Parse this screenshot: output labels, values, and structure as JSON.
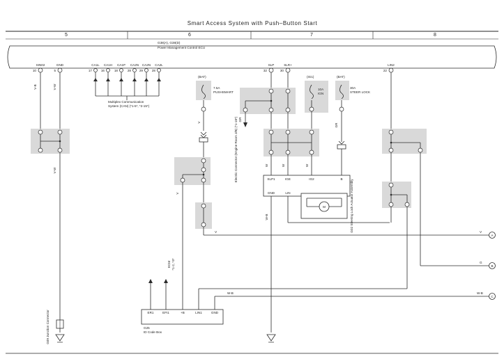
{
  "header": {
    "title": "Smart Access System with Push–Button Start"
  },
  "columns": [
    "5",
    "6",
    "7",
    "8"
  ],
  "ecu": {
    "line1": "G38(A), G38(D)",
    "line2": "Power Management Control ECU"
  },
  "ecu_pins": [
    {
      "id": "sinb2",
      "name": "SIN02",
      "num": "10"
    },
    {
      "id": "gnd",
      "name": "GND",
      "num": "5"
    },
    {
      "id": "ca1l",
      "name": "CA1L",
      "num": "17"
    },
    {
      "id": "ca1h",
      "name": "CA1H",
      "num": "16"
    },
    {
      "id": "ca1p",
      "name": "CA1P",
      "num": "18"
    },
    {
      "id": "ca2n",
      "name": "CA2N",
      "num": "28"
    },
    {
      "id": "ca2n2",
      "name": "CA2N",
      "num": "29"
    },
    {
      "id": "ca2l",
      "name": "CA2L",
      "num": "28"
    },
    {
      "id": "slp",
      "name": "SLP",
      "num": "32"
    },
    {
      "id": "slr",
      "name": "SLR+",
      "num": "30"
    },
    {
      "id": "lin2",
      "name": "LIN2",
      "num": "22"
    }
  ],
  "multiplex": {
    "line1": "Multiplex Communication",
    "line2": "System (CAN) (*1-5*, *2-15*)"
  },
  "fuses": [
    {
      "id": "pushsmart",
      "source": "(BAT)",
      "amp": "7.5A",
      "name": "PUSHSMART"
    },
    {
      "id": "ig1",
      "source": "(IG1)",
      "amp": "10A",
      "name": "IGN"
    },
    {
      "id": "steer",
      "source": "(BAT)",
      "amp": "30A",
      "name": "STEER LOCK"
    }
  ],
  "junction": "Electric Connector (Engine Room J/B) (*1-18*)",
  "steering_lock": {
    "terminals": [
      "SLP1",
      "IGE",
      "IG2",
      "B"
    ],
    "gnd": "GND",
    "lin": "LIN",
    "label": "G02 Steering Lock Actuator Assembly"
  },
  "id_box": {
    "code": "G25",
    "name": "ID Code Box",
    "terminals": [
      "ER1",
      "EFI1",
      "+B",
      "LIN1",
      "GND"
    ]
  },
  "ecm": {
    "line1": "ECM",
    "line2": "*1-2, *4*"
  },
  "ground_label": "G09 Junction Connector",
  "wire_labels": {
    "v_b": "V-B",
    "v_w": "V-W",
    "v": "V",
    "w": "W",
    "gr": "GR",
    "g": "G",
    "w_b": "W-B",
    "b": "B",
    "w_b2": "W-B"
  },
  "off_page": [
    "A",
    "B",
    "C"
  ]
}
